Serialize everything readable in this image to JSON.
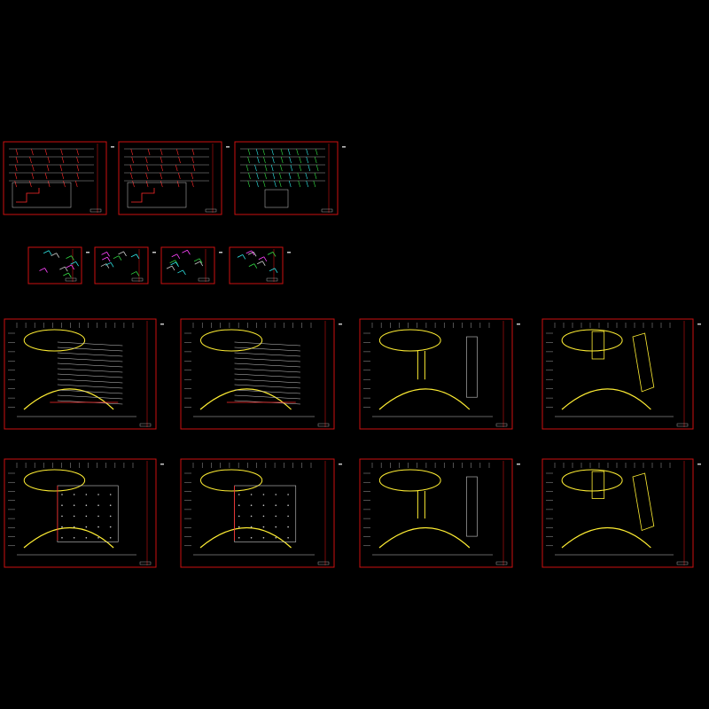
{
  "viewer": {
    "background": "#000000",
    "colors": {
      "sheet_frame": "#cc1111",
      "grid": "#c9c9c9",
      "walls": "#e8e8e8",
      "dome": "#ffee33",
      "pipes_red": "#ff2a2a",
      "pipes_cyan": "#2ee6e6",
      "pipes_magenta": "#ff44ff",
      "pipes_green": "#33dd44"
    }
  },
  "sheets": [
    {
      "kind": "system-diagram"
    },
    {
      "kind": "system-diagram"
    },
    {
      "kind": "riser-diagram"
    },
    {
      "kind": "detail"
    },
    {
      "kind": "detail"
    },
    {
      "kind": "detail"
    },
    {
      "kind": "detail"
    },
    {
      "kind": "floor-plan-seating"
    },
    {
      "kind": "floor-plan-seating"
    },
    {
      "kind": "floor-plan-upper"
    },
    {
      "kind": "roof-plan"
    },
    {
      "kind": "floor-plan-ground"
    },
    {
      "kind": "floor-plan-ground"
    },
    {
      "kind": "floor-plan-upper"
    },
    {
      "kind": "roof-plan"
    }
  ]
}
